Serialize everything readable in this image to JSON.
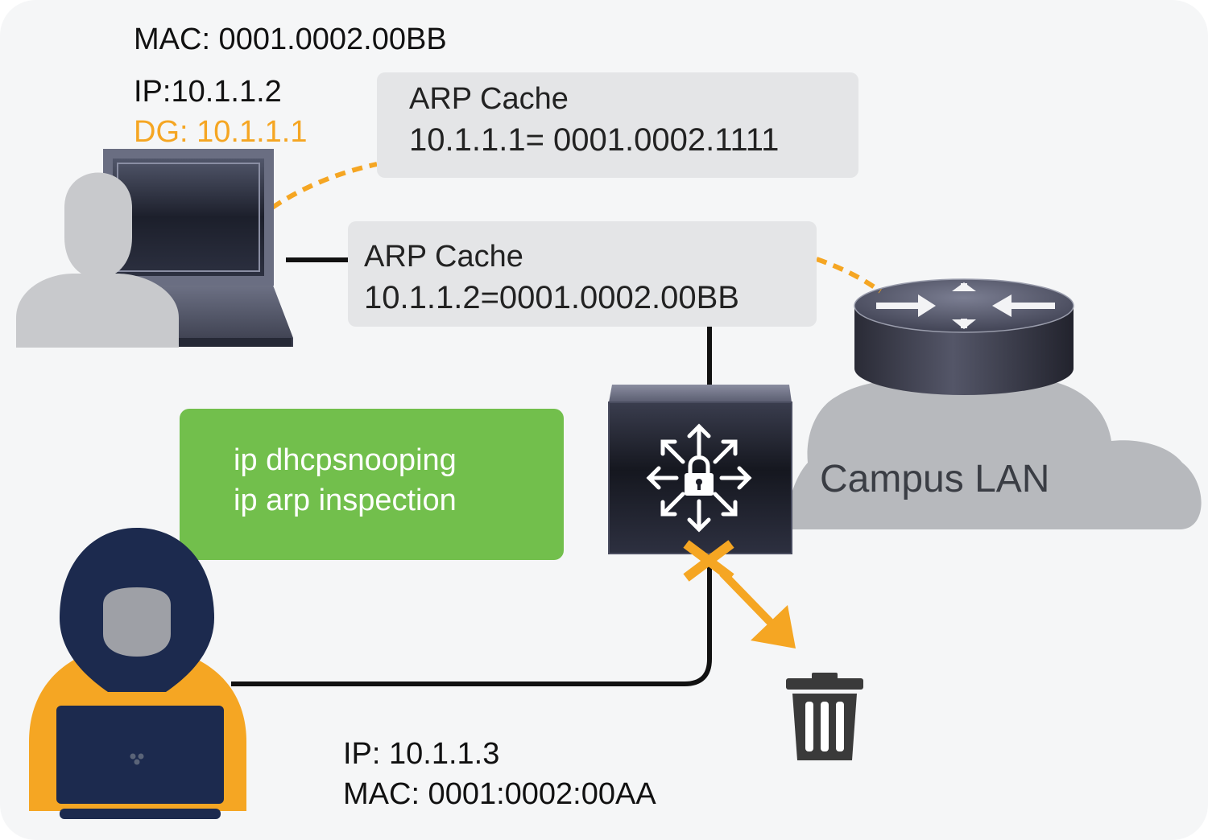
{
  "host": {
    "mac": "MAC: 0001.0002.00BB",
    "ip": "IP:10.1.1.2",
    "dg": "DG: 10.1.1.1"
  },
  "host_arp_cache": {
    "title": "ARP Cache",
    "entry": "10.1.1.1= 0001.0002.1111"
  },
  "router_arp_cache": {
    "title": "ARP Cache",
    "entry": "10.1.1.2=0001.0002.00BB"
  },
  "switch_config": {
    "line1": "ip dhcpsnooping",
    "line2": "ip arp inspection"
  },
  "network": {
    "label": "Campus LAN"
  },
  "attacker": {
    "ip": "IP: 10.1.1.3",
    "mac": "MAC: 0001:0002:00AA"
  },
  "icons": [
    "user-icon",
    "laptop-icon",
    "router-icon",
    "cloud-icon",
    "secure-switch-icon",
    "lock-icon",
    "hacker-icon",
    "blocked-x-icon",
    "trash-icon"
  ],
  "colors": {
    "background": "#f5f6f7",
    "callout": "#e4e5e7",
    "accent": "#f5a623",
    "config_box": "#72bf4c",
    "cloud": "#b7b9bd",
    "hacker_hood": "#1c2a4e"
  }
}
